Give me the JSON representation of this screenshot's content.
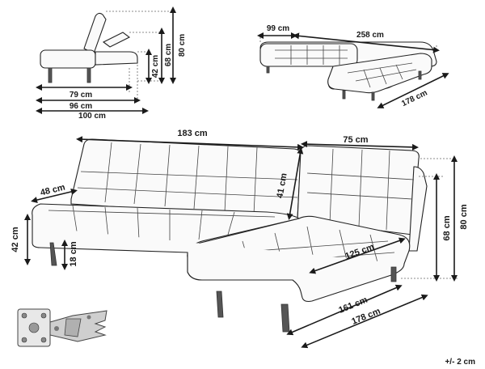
{
  "dimensions": {
    "side_height_total": "80 cm",
    "side_back_height": "68 cm",
    "side_seat_height": "42 cm",
    "side_depth_79": "79 cm",
    "side_depth_96": "96 cm",
    "side_depth_100": "100 cm",
    "top_chaise_width": "99 cm",
    "top_total_length": "258 cm",
    "top_chaise_length": "178 cm",
    "front_sofa_width": "183 cm",
    "front_chaise_width": "75 cm",
    "front_seat_depth": "48 cm",
    "front_back_height": "41 cm",
    "front_seat_height": "42 cm",
    "front_leg_height": "18 cm",
    "front_chaise_125": "125 cm",
    "front_chaise_161": "161 cm",
    "front_chaise_178": "178 cm",
    "front_right_68": "68 cm",
    "front_right_80": "80 cm"
  },
  "tolerance": "+/- 2 cm"
}
